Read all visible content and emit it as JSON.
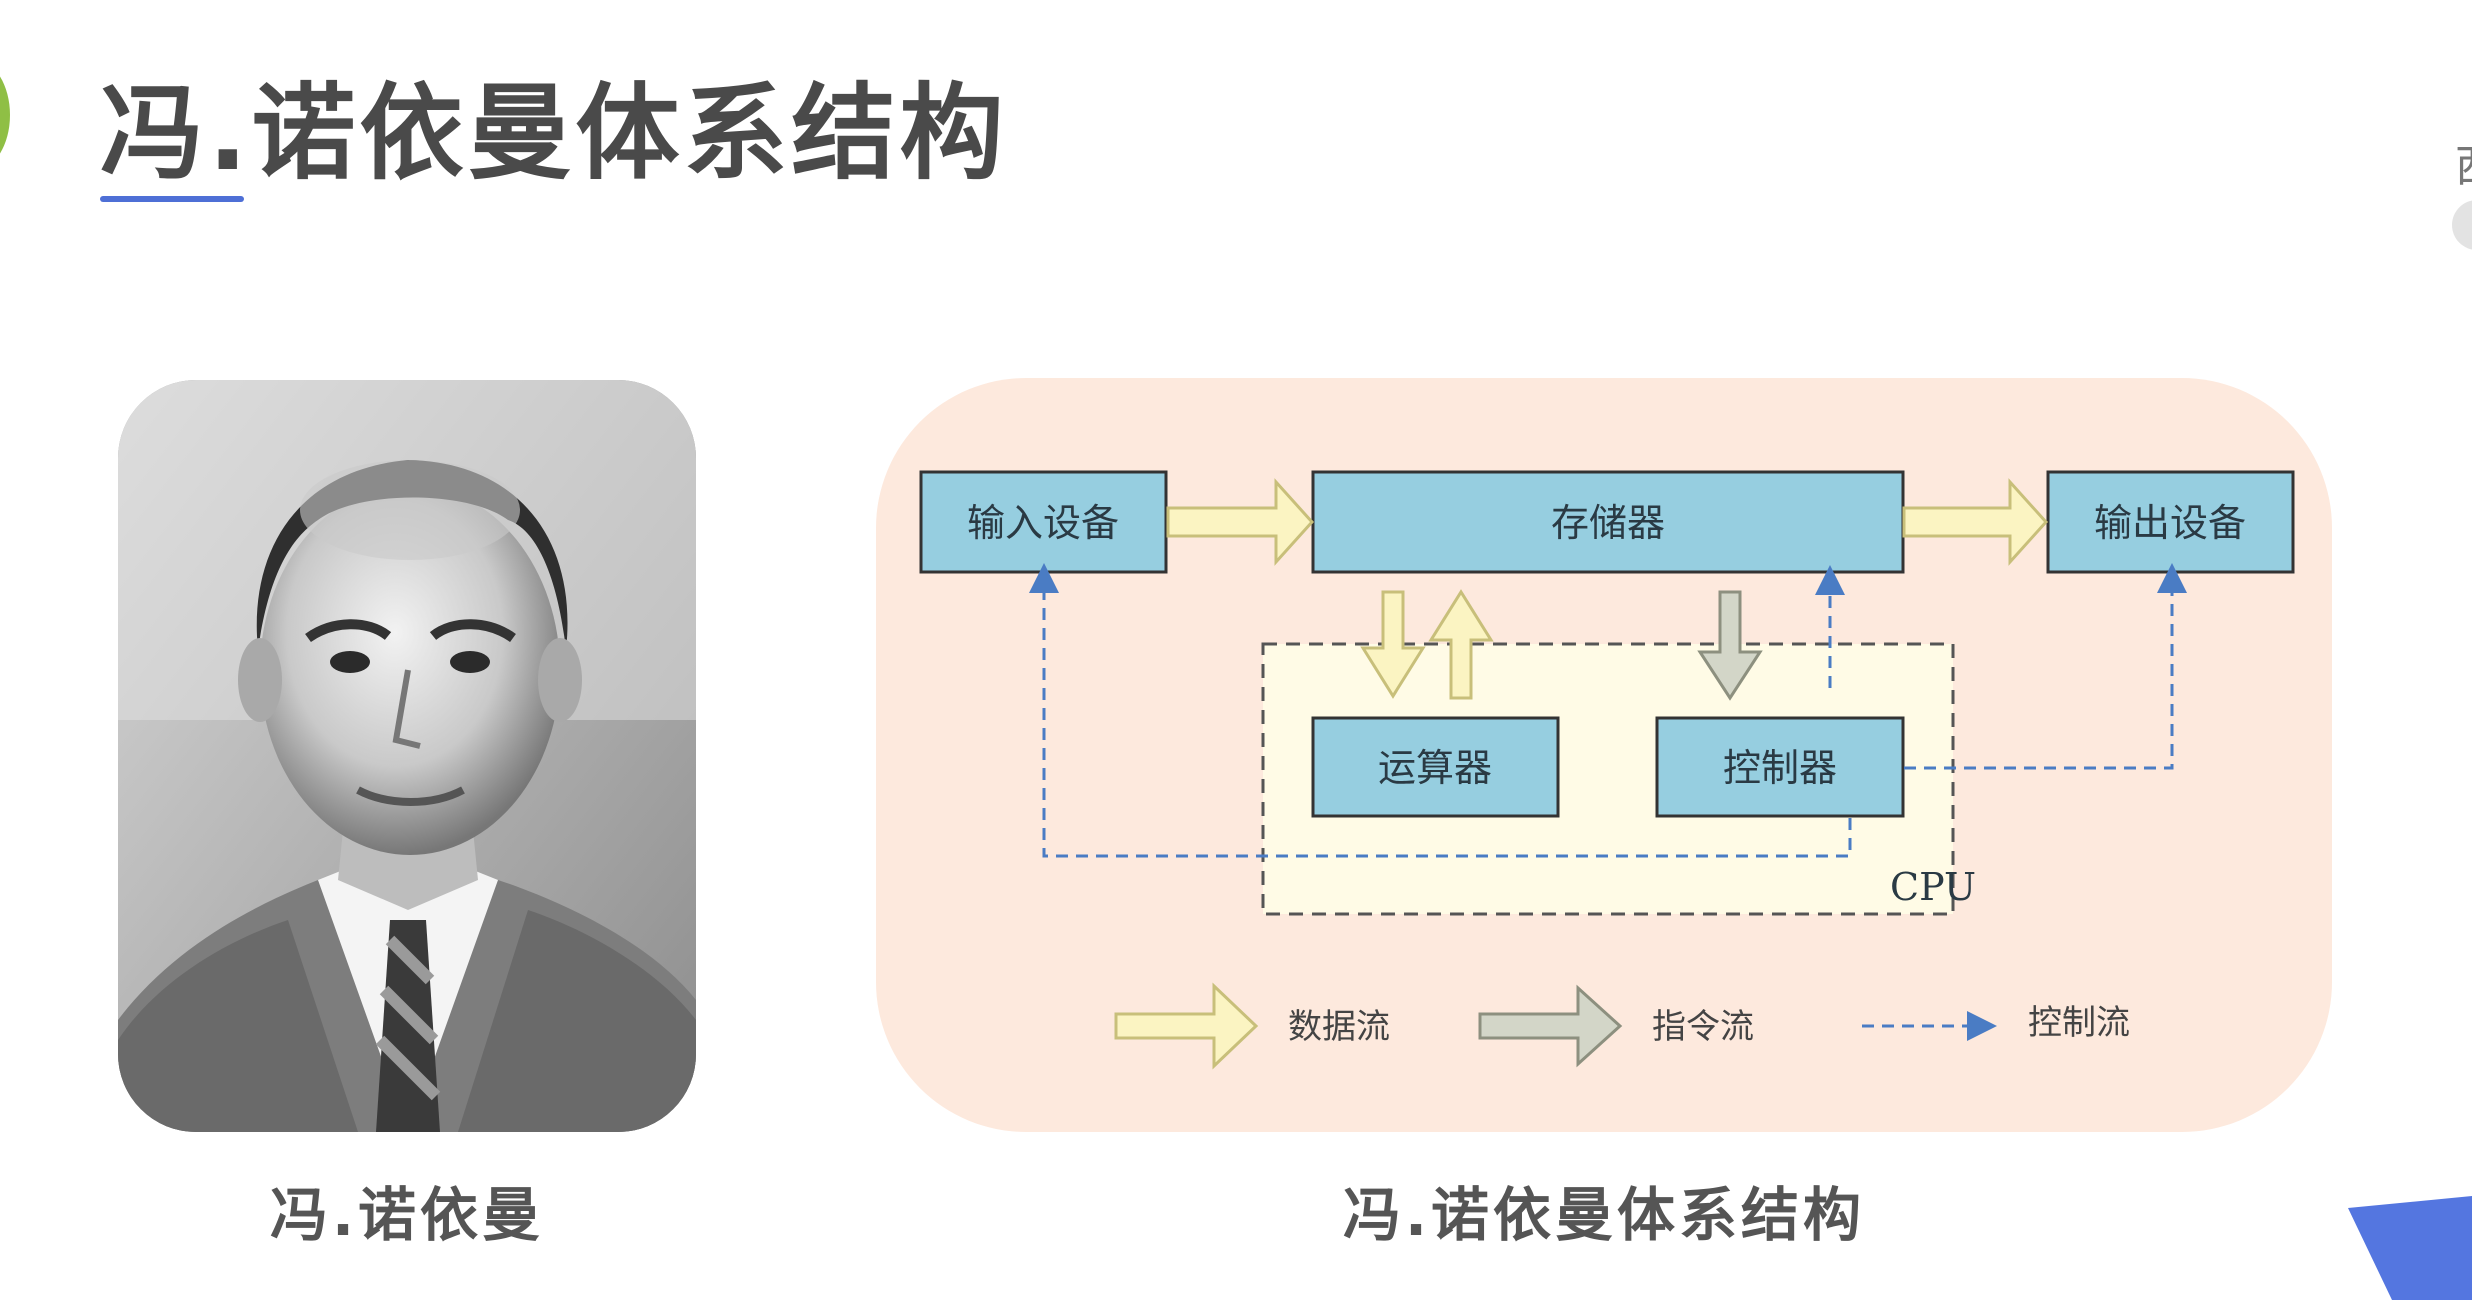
{
  "slide": {
    "title": "冯.诺依曼体系结构",
    "right_glyph": "西"
  },
  "portrait": {
    "caption": "冯.诺依曼"
  },
  "diagram": {
    "caption": "冯.诺依曼体系结构",
    "nodes": {
      "input": "输入设备",
      "memory": "存储器",
      "output": "输出设备",
      "alu": "运算器",
      "controller": "控制器",
      "cpu": "CPU"
    },
    "legend": {
      "data_flow": "数据流",
      "instruction_flow": "指令流",
      "control_flow": "控制流"
    },
    "colors": {
      "box_fill": "#96cee0",
      "data_arrow": "#fbf4c2",
      "instruction_arrow": "#d3d6c8",
      "control_line": "#4a7cc4",
      "cpu_fill": "#fffbe6"
    }
  }
}
